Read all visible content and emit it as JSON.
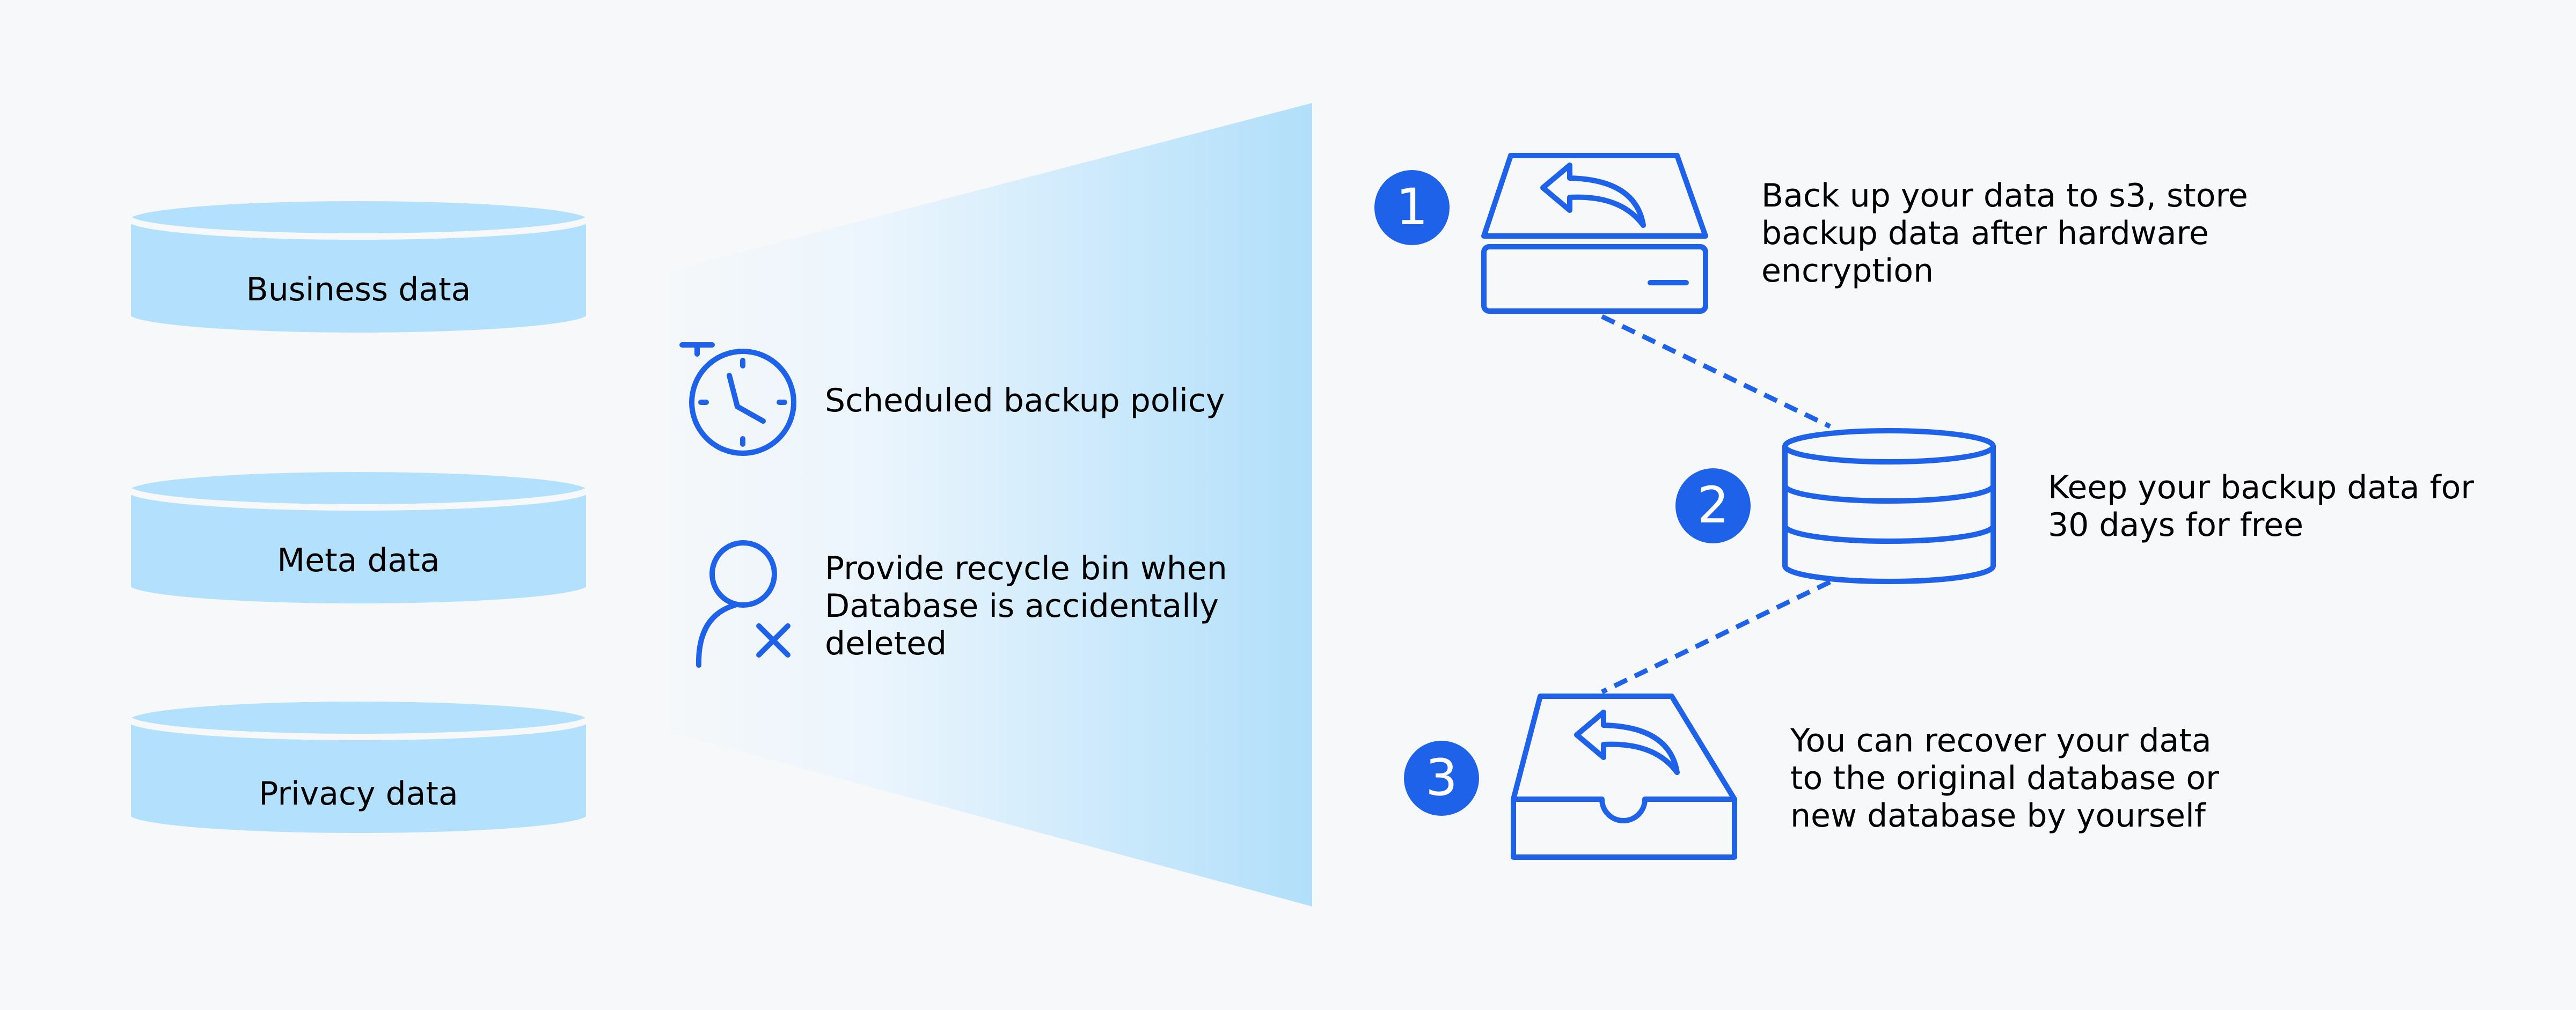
{
  "colors": {
    "accent": "#1f62ea",
    "cylinder_fill": "#b3e1fd",
    "funnel_light": "#ebf5fd",
    "funnel_dark": "#b1dffa",
    "background": "#f7f8f9"
  },
  "data_stores": [
    {
      "label": "Business data"
    },
    {
      "label": "Meta data"
    },
    {
      "label": "Privacy data"
    }
  ],
  "features": [
    {
      "icon": "stopwatch-icon",
      "text": "Scheduled backup policy"
    },
    {
      "icon": "user-remove-icon",
      "text": "Provide recycle bin when\nDatabase is accidentally\ndeleted"
    }
  ],
  "steps": [
    {
      "number": "1",
      "icon": "backup-drive-icon",
      "text": "Back up your data to s3, store\nbackup data after hardware\nencryption"
    },
    {
      "number": "2",
      "icon": "database-icon",
      "text": "Keep your backup data for\n30 days for free"
    },
    {
      "number": "3",
      "icon": "restore-tray-icon",
      "text": "You can recover your data\nto the original database or\nnew database by yourself"
    }
  ]
}
